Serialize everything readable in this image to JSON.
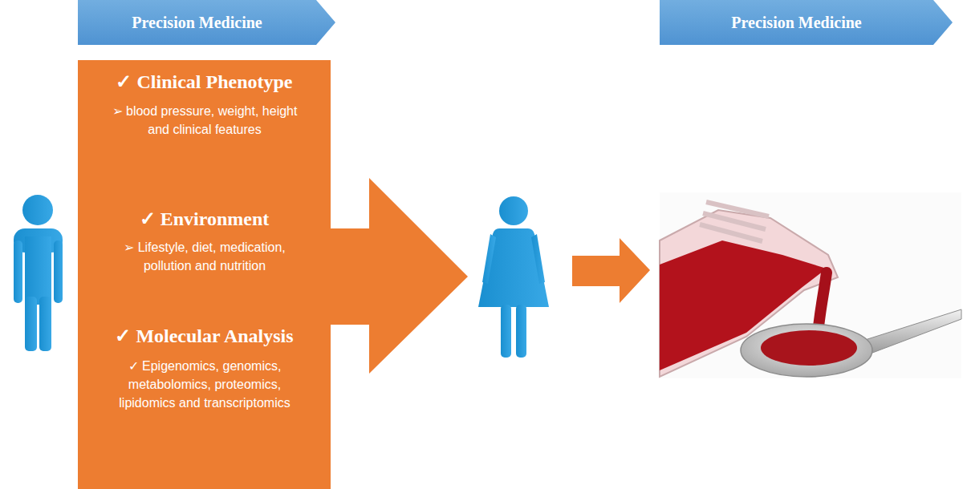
{
  "diagram": {
    "nodes": [
      {
        "text": [
          "Precision Medicine"
        ]
      },
      {
        "text": [
          "Precision Medicine"
        ]
      },
      {
        "text": [
          "✓ Clinical Phenotype",
          "➢ blood pressure, weight, height and clinical features",
          "✓ Environment",
          "➢ Lifestyle, diet, medication, pollution and nutrition",
          "✓ Molecular Analysis",
          "✓ Epigenomics, genomics, metabolomics, proteomics, lipidomics and transcriptomics"
        ]
      }
    ]
  }
}
